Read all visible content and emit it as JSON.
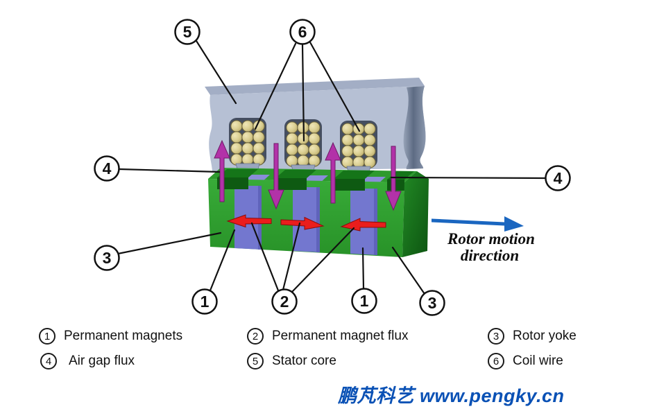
{
  "callouts": {
    "stator": "5",
    "coil": "6",
    "airgap_left": "4",
    "airgap_right": "4",
    "yoke_left": "3",
    "yoke_right": "3",
    "magnet_left": "1",
    "magnet_right": "1",
    "flux": "2"
  },
  "motion": {
    "line1": "Rotor motion",
    "line2": "direction"
  },
  "legend": {
    "items": [
      {
        "num": "1",
        "label": "Permanent magnets"
      },
      {
        "num": "2",
        "label": "Permanent magnet flux"
      },
      {
        "num": "3",
        "label": "Rotor yoke"
      },
      {
        "num": "4",
        "label": "Air gap flux"
      },
      {
        "num": "5",
        "label": "Stator core"
      },
      {
        "num": "6",
        "label": "Coil wire"
      }
    ]
  },
  "watermark": "鹏芃科艺 www.pengky.cn",
  "colors": {
    "stator_gray": "#b6c0d4",
    "stator_edge_dark": "#5d6b83",
    "slot_dark": "#454e60",
    "coil_tan": "#dbcf92",
    "rotor_green": "#2fa02f",
    "rotor_green_dark": "#15781a",
    "magnet_purple": "#7377cf",
    "flux_magenta": "#b232a8",
    "flux_red": "#ea1d1d",
    "motion_blue": "#1a66c0",
    "watermark_blue": "#0a51b5",
    "line_black": "#111111"
  }
}
